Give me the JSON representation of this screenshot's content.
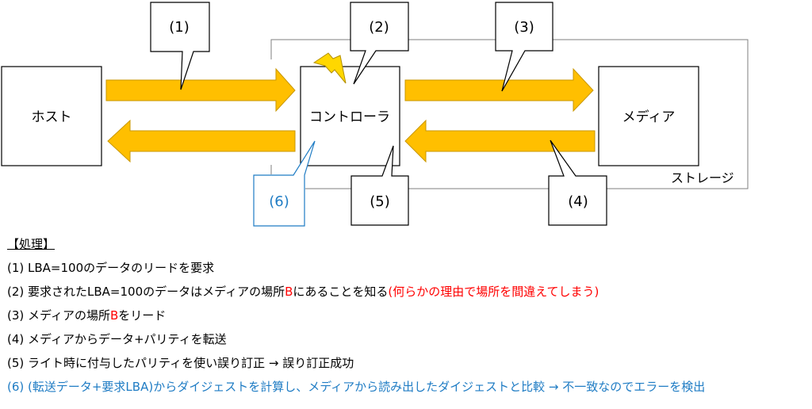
{
  "diagram": {
    "host_label": "ホスト",
    "controller_label": "コントローラ",
    "media_label": "メディア",
    "storage_label": "ストレージ",
    "callouts": {
      "c1": "(1)",
      "c2": "(2)",
      "c3": "(3)",
      "c4": "(4)",
      "c5": "(5)",
      "c6": "(6)"
    },
    "colors": {
      "arrow_fill": "#ffbf00",
      "arrow_stroke": "#c99700",
      "callout6_border": "#1f7cc4",
      "lightning": "#ffd700"
    },
    "icons": {
      "lightning": "lightning-icon"
    }
  },
  "process": {
    "heading": "【処理】",
    "step1": "(1) LBA=100のデータのリードを要求",
    "step2_main": "(2) 要求されたLBA=100のデータはメディアの場所",
    "step2_letter": "B",
    "step2_rest": "にあることを知る",
    "step2_note": "(何らかの理由で場所を間違えてしまう)",
    "step3_main": "(3) メディアの場所",
    "step3_letter": "B",
    "step3_rest": "をリード",
    "step4": "(4) メディアからデータ+パリティを転送",
    "step5": "(5) ライト時に付与したパリティを使い誤り訂正 → 誤り訂正成功",
    "step6": "(6) (転送データ+要求LBA)からダイジェストを計算し、メディアから読み出したダイジェストと比較 → 不一致なのでエラーを検出"
  }
}
